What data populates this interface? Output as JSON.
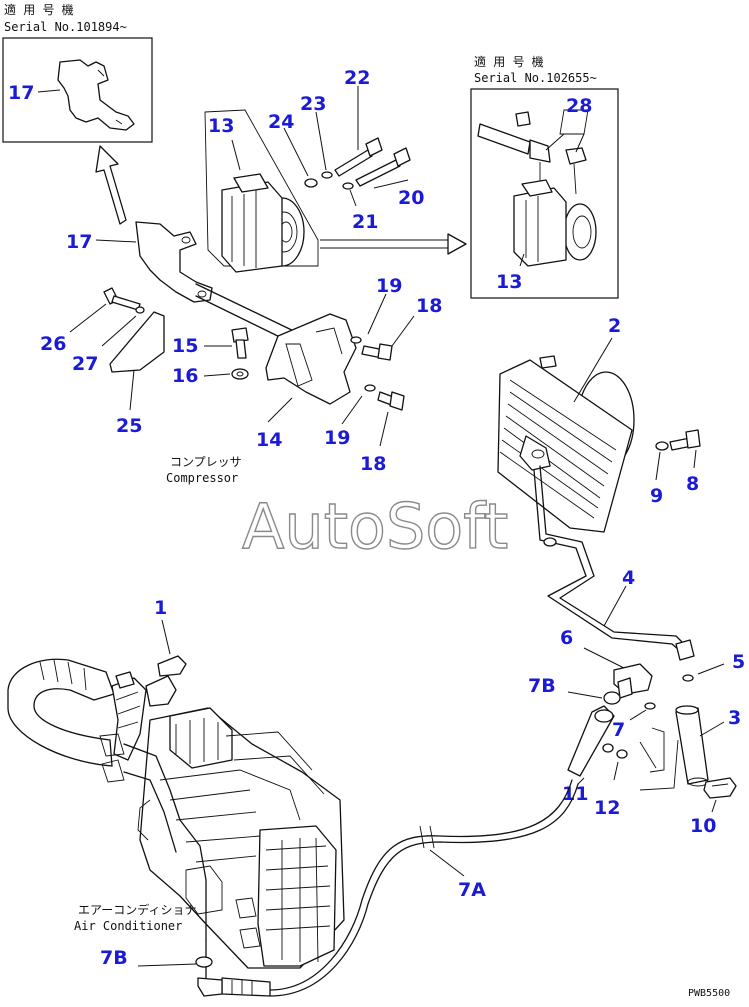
{
  "notes": {
    "serial_top_jp": "適 用 号 機",
    "serial_top": "Serial No.101894~",
    "serial_right_jp": "適 用 号 機",
    "serial_right": "Serial No.102655~",
    "compressor_jp": "コンプレッサ",
    "compressor": "Compressor",
    "aircon_jp": "エアーコンディショナ",
    "aircon": "Air Conditioner",
    "drawing_code": "PWB5500"
  },
  "watermark": "AutoSoft",
  "callouts": {
    "c17a": "17",
    "c13a": "13",
    "c24": "24",
    "c23": "23",
    "c22": "22",
    "c20": "20",
    "c21": "21",
    "c17b": "17",
    "c28": "28",
    "c13b": "13",
    "c26": "26",
    "c27": "27",
    "c15": "15",
    "c16": "16",
    "c25": "25",
    "c14": "14",
    "c19a": "19",
    "c18a": "18",
    "c19b": "19",
    "c18b": "18",
    "c2": "2",
    "c9": "9",
    "c8": "8",
    "c4": "4",
    "c6": "6",
    "c5": "5",
    "c7Ba": "7B",
    "c7": "7",
    "c3": "3",
    "c11": "11",
    "c12": "12",
    "c10": "10",
    "c1": "1",
    "c7A": "7A",
    "c7Bb": "7B"
  },
  "colors": {
    "callout": "#1a1ad8",
    "line": "#111111",
    "watermark": "#8a8a8a"
  }
}
